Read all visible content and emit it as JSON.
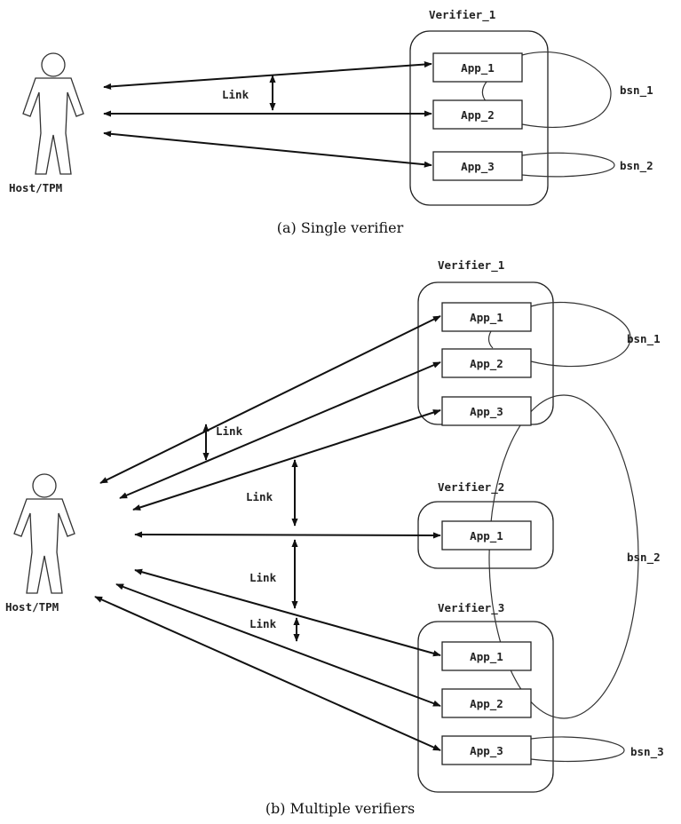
{
  "subfigure_a": {
    "caption": "(a) Single verifier",
    "host_label": "Host/TPM",
    "verifier_label": "Verifier_1",
    "apps": [
      "App_1",
      "App_2",
      "App_3"
    ],
    "bsn": [
      "bsn_1",
      "bsn_2"
    ],
    "link_label": "Link"
  },
  "subfigure_b": {
    "caption": "(b) Multiple verifiers",
    "host_label": "Host/TPM",
    "verifiers": [
      {
        "label": "Verifier_1",
        "apps": [
          "App_1",
          "App_2",
          "App_3"
        ]
      },
      {
        "label": "Verifier_2",
        "apps": [
          "App_1"
        ]
      },
      {
        "label": "Verifier_3",
        "apps": [
          "App_1",
          "App_2",
          "App_3"
        ]
      }
    ],
    "bsn": [
      "bsn_1",
      "bsn_2",
      "bsn_3"
    ],
    "link_labels": [
      "Link",
      "Link",
      "Link",
      "Link"
    ]
  }
}
